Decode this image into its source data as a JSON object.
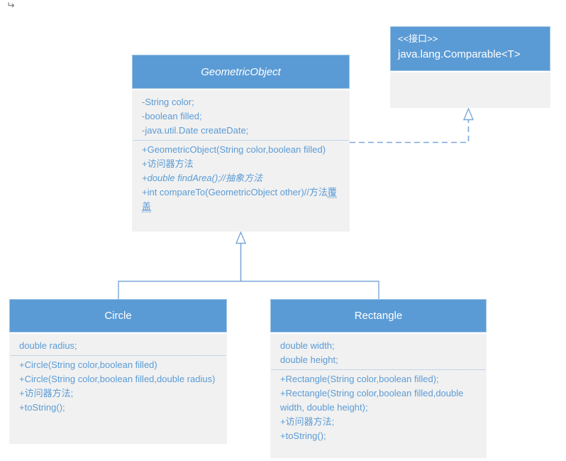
{
  "page": {
    "return_mark": "↵"
  },
  "colors": {
    "header_blue": "#5b9bd5",
    "header_border": "#9dc3e6",
    "body_gray": "#f1f1f1",
    "text_blue": "#5b9bd5",
    "connector_blue": "#7ba7d9",
    "return_mark_gray": "#7f7f7f"
  },
  "interface_box": {
    "stereotype": "<<接口>>",
    "name": "java.lang.Comparable<T>"
  },
  "geometric": {
    "title": "GeometricObject",
    "attributes": [
      "-String color;",
      "-boolean filled;",
      "-java.util.Date createDate;"
    ],
    "methods": {
      "constructor": "+GeometricObject(String color,boolean filled)",
      "accessor": "+访问器方法",
      "find_area": "+double findArea();//抽象方法",
      "compare_to_main": "+int compareTo(GeometricObject other)//方法",
      "compare_to_underlined": "覆盖"
    }
  },
  "circle": {
    "title": "Circle",
    "attributes": [
      "double radius;"
    ],
    "methods": [
      "+Circle(String color,boolean filled)",
      "+Circle(String color,boolean filled,double radius)",
      "+访问器方法;",
      "+toString();"
    ]
  },
  "rectangle": {
    "title": "Rectangle",
    "attributes": [
      "double width;",
      "double height;"
    ],
    "methods": [
      "+Rectangle(String color,boolean filled);",
      "+Rectangle(String color,boolean filled,double width, double height);",
      "+访问器方法;",
      "+toString();"
    ]
  }
}
